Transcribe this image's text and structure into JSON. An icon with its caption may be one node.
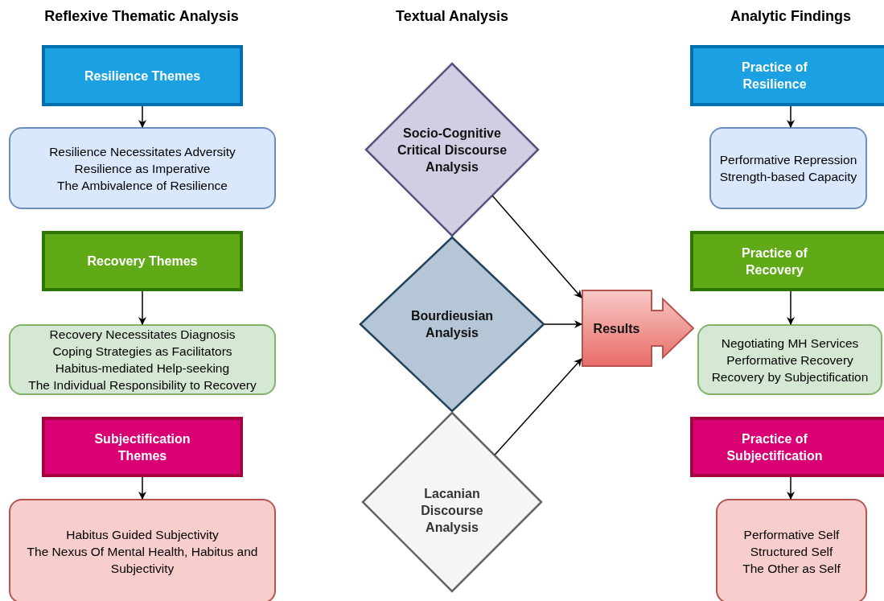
{
  "diagram": {
    "nodes": [
      {
        "text": [
          "Resilience Themes"
        ]
      },
      {
        "text": [
          "Resilience Necessitates Adversity",
          "Resilience as Imperative",
          "The Ambivalence of Resilience"
        ]
      },
      {
        "text": [
          "Recovery Themes"
        ]
      },
      {
        "text": [
          "Recovery Necessitates Diagnosis",
          "Coping Strategies as Facilitators",
          "Habitus-mediated Help-seeking",
          "The Individual Responsibility to Recovery"
        ]
      },
      {
        "text": [
          "Subjectification Themes"
        ]
      },
      {
        "text": [
          "Habitus Guided Subjectivity",
          "The Nexus Of Mental Health, Habitus and Subjectivity"
        ]
      },
      {
        "text": [
          "Socio-Cognitive Critical Discourse Analysis"
        ]
      },
      {
        "text": [
          "Bourdieusian Analysis"
        ]
      },
      {
        "text": [
          "Lacanian Discourse Analysis"
        ]
      },
      {
        "text": [
          "Results"
        ]
      },
      {
        "text": [
          "Practice of Resilience"
        ]
      },
      {
        "text": [
          "Performative Repression",
          "Strength-based Capacity"
        ]
      },
      {
        "text": [
          "Practice of Recovery"
        ]
      },
      {
        "text": [
          "Negotiating MH Services",
          "Performative Recovery",
          "Recovery by Subjectification"
        ]
      },
      {
        "text": [
          "Practice of Subjectification"
        ]
      },
      {
        "text": [
          "Performative Self",
          "Structured Self",
          "The Other as Self"
        ]
      }
    ],
    "edges": [
      {
        "from": 0,
        "to": 1,
        "arrow": "to"
      },
      {
        "from": 2,
        "to": 3,
        "arrow": "to"
      },
      {
        "from": 4,
        "to": 5,
        "arrow": "to"
      },
      {
        "from": 6,
        "to": 9,
        "arrow": "to"
      },
      {
        "from": 7,
        "to": 9,
        "arrow": "to"
      },
      {
        "from": 8,
        "to": 9,
        "arrow": "to"
      },
      {
        "from": 10,
        "to": 11,
        "arrow": "to"
      },
      {
        "from": 12,
        "to": 13,
        "arrow": "to"
      },
      {
        "from": 14,
        "to": 15,
        "arrow": "to"
      }
    ],
    "labels": [
      "Reflexive Thematic Analysis",
      "Textual Analysis",
      "Analytic Findings"
    ]
  }
}
